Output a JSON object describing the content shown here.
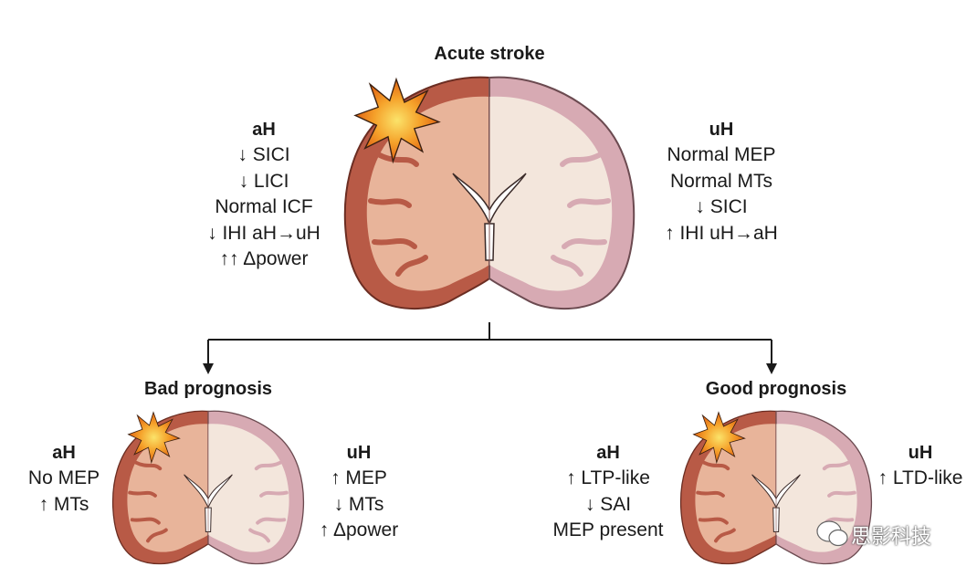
{
  "top": {
    "title": "Acute stroke",
    "left": {
      "header": "aH",
      "lines": [
        "↓ SICI",
        "↓ LICI",
        "Normal ICF",
        "↓ IHI aH→uH",
        "↑↑ Δpower"
      ]
    },
    "right": {
      "header": "uH",
      "lines": [
        "Normal MEP",
        "Normal MTs",
        "↓ SICI",
        "↑ IHI uH→aH"
      ]
    }
  },
  "bad": {
    "title": "Bad prognosis",
    "left": {
      "header": "aH",
      "lines": [
        "No MEP",
        "↑ MTs"
      ]
    },
    "right": {
      "header": "uH",
      "lines": [
        "↑ MEP",
        "↓ MTs",
        "↑ Δpower"
      ]
    }
  },
  "good": {
    "title": "Good prognosis",
    "left": {
      "header": "aH",
      "lines": [
        "↑ LTP-like",
        "↓ SAI",
        "MEP present"
      ]
    },
    "right": {
      "header": "uH",
      "lines": [
        "↑ LTD-like"
      ]
    }
  },
  "watermark": "思影科技",
  "colors": {
    "affected_dark": "#b85a46",
    "affected_light": "#e8b49a",
    "unaffected_dark": "#d7aab3",
    "unaffected_light": "#f3e6dc",
    "star_outer": "#e8731b",
    "star_inner": "#f7c13a"
  }
}
